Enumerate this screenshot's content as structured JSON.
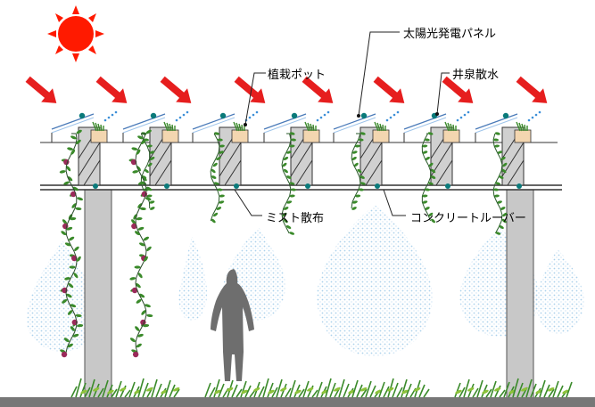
{
  "labels": {
    "solar_panel": "太陽光発電パネル",
    "planter_pot": "植栽ポット",
    "well_water_sprinkler": "井泉散水",
    "mist_spray": "ミスト散布",
    "concrete_louver": "コンクリートルーバー"
  },
  "colors": {
    "sun": "#ff1a00",
    "arrow": "#e61e1e",
    "ground": "#777777",
    "column": "#c8c8c8",
    "louver": "#d0d0d0",
    "vine_leaf": "#3a8a2a",
    "flower": "#9a2a5a",
    "mist_dot": "#b8d8ee",
    "nozzle": "#0a7a7a",
    "person": "#707070"
  },
  "icons": [
    "sun-icon",
    "sunlight-arrow-icon",
    "person-silhouette-icon",
    "nozzle-icon"
  ]
}
